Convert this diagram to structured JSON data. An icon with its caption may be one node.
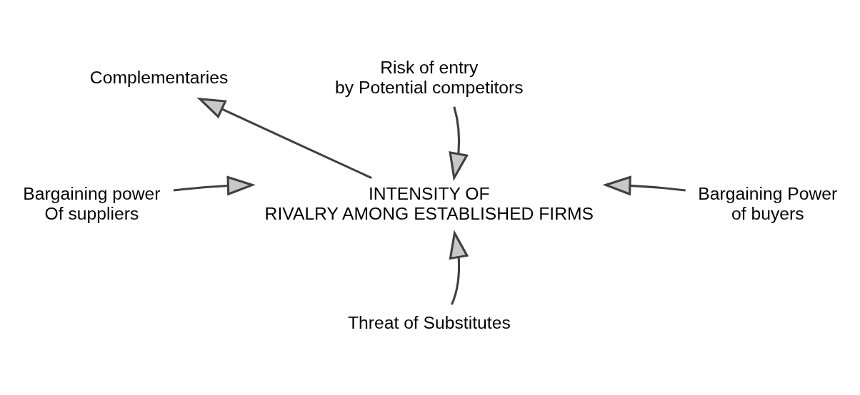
{
  "diagram": {
    "nodes": [
      {
        "text": [
          "INTENSITY OF RIVALRY AMONG ESTABLISHED FIRMS"
        ]
      },
      {
        "text": [
          "Risk of entry by Potential competitors"
        ]
      },
      {
        "text": [
          "Complementaries"
        ]
      },
      {
        "text": [
          "Bargaining power Of suppliers"
        ]
      },
      {
        "text": [
          "Bargaining Power of buyers"
        ]
      },
      {
        "text": [
          "Threat of Substitutes"
        ]
      }
    ],
    "edges": [
      {
        "from": 1,
        "to": 0,
        "arrow": "to"
      },
      {
        "from": 0,
        "to": 2,
        "arrow": "to"
      },
      {
        "from": 3,
        "to": 0,
        "arrow": "to"
      },
      {
        "from": 4,
        "to": 0,
        "arrow": "to"
      },
      {
        "from": 5,
        "to": 0,
        "arrow": "to"
      }
    ]
  }
}
